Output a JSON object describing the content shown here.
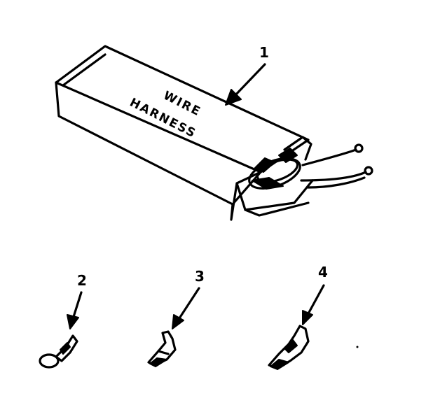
{
  "diagram": {
    "box_label_line1": "WIRE",
    "box_label_line2": "HARNESS",
    "callouts": [
      {
        "number": "1"
      },
      {
        "number": "2"
      },
      {
        "number": "3"
      },
      {
        "number": "4"
      }
    ]
  }
}
